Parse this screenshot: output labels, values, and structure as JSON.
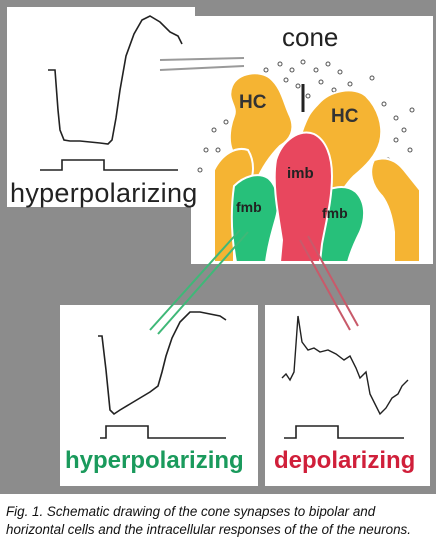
{
  "figure": {
    "cone_label": "cone",
    "hc_left_label": "HC",
    "hc_right_label": "HC",
    "imb_label": "imb",
    "fmb_left_label": "fmb",
    "fmb_right_label": "fmb",
    "top_trace_label": "hyperpolarizing",
    "bottom_left_label": "hyperpolarizing",
    "bottom_right_label": "depolarizing"
  },
  "colors": {
    "panel_bg": "#8c8c8c",
    "hc_orange": "#f5b433",
    "imb_red": "#e8475e",
    "fmb_green": "#27c07a",
    "hyper_green": "#1a9a5c",
    "depol_red": "#d01f3a"
  },
  "caption": {
    "text": "Fig. 1. Schematic drawing of the cone synapses to bipolar and horizontal cells and the intracellular responses of the of the neurons."
  }
}
